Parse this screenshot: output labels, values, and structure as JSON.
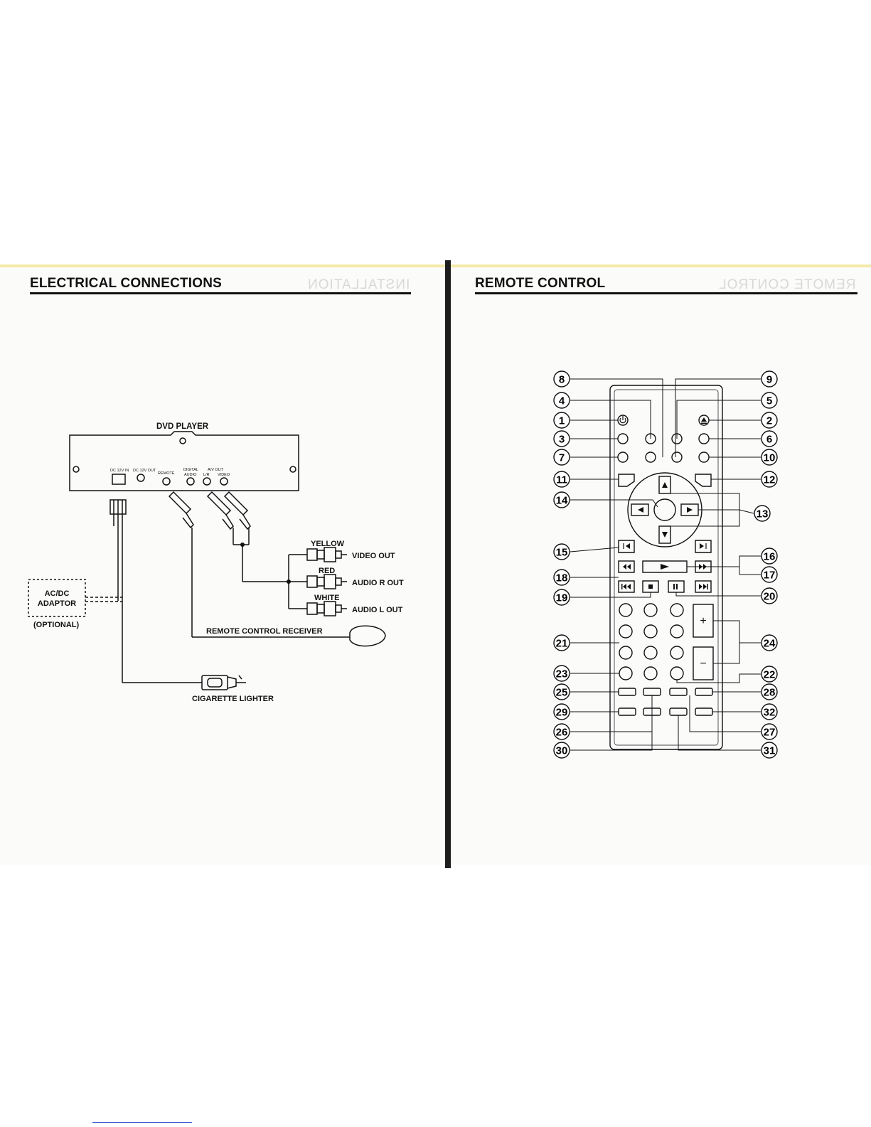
{
  "left_page": {
    "title": "ELECTRICAL CONNECTIONS",
    "ghost_text": "INSTALLATION",
    "diagram": {
      "player_label": "DVD PLAYER",
      "port_dc_in": "DC 12V IN",
      "port_dc_out": "DC 12V OUT",
      "port_remote": "REMOTE",
      "port_digital": "DIGITAL",
      "port_digital_sub": "AUDIO",
      "port_av_out": "A/V OUT",
      "port_lr": "L/R",
      "port_video": "VIDEO",
      "adaptor_line1": "AC/DC",
      "adaptor_line2": "ADAPTOR",
      "adaptor_optional": "(OPTIONAL)",
      "color_yellow": "YELLOW",
      "color_red": "RED",
      "color_white": "WHITE",
      "video_out": "VIDEO OUT",
      "audio_r_out": "AUDIO R OUT",
      "audio_l_out": "AUDIO L OUT",
      "remote_receiver": "REMOTE CONTROL RECEIVER",
      "cigarette_lighter": "CIGARETTE LIGHTER"
    }
  },
  "right_page": {
    "title": "REMOTE CONTROL",
    "ghost_text": "REMOTE CONTROL",
    "callouts": [
      "1",
      "2",
      "3",
      "4",
      "5",
      "6",
      "7",
      "8",
      "9",
      "10",
      "11",
      "12",
      "13",
      "14",
      "15",
      "16",
      "17",
      "18",
      "19",
      "20",
      "21",
      "22",
      "23",
      "24",
      "25",
      "26",
      "27",
      "28",
      "29",
      "30",
      "31",
      "32"
    ],
    "icons": {
      "power": "power-icon",
      "eject": "eject-icon",
      "up": "arrow-up-icon",
      "down": "arrow-down-icon",
      "left": "arrow-left-icon",
      "right": "arrow-right-icon",
      "play": "play-icon",
      "rewind": "rewind-icon",
      "fast_forward": "fast-forward-icon",
      "prev": "previous-icon",
      "next": "next-icon",
      "stop": "stop-icon",
      "pause": "pause-icon",
      "step_back": "step-back-icon",
      "step_forward": "step-forward-icon"
    },
    "vol_plus": "+",
    "vol_minus": "−"
  }
}
